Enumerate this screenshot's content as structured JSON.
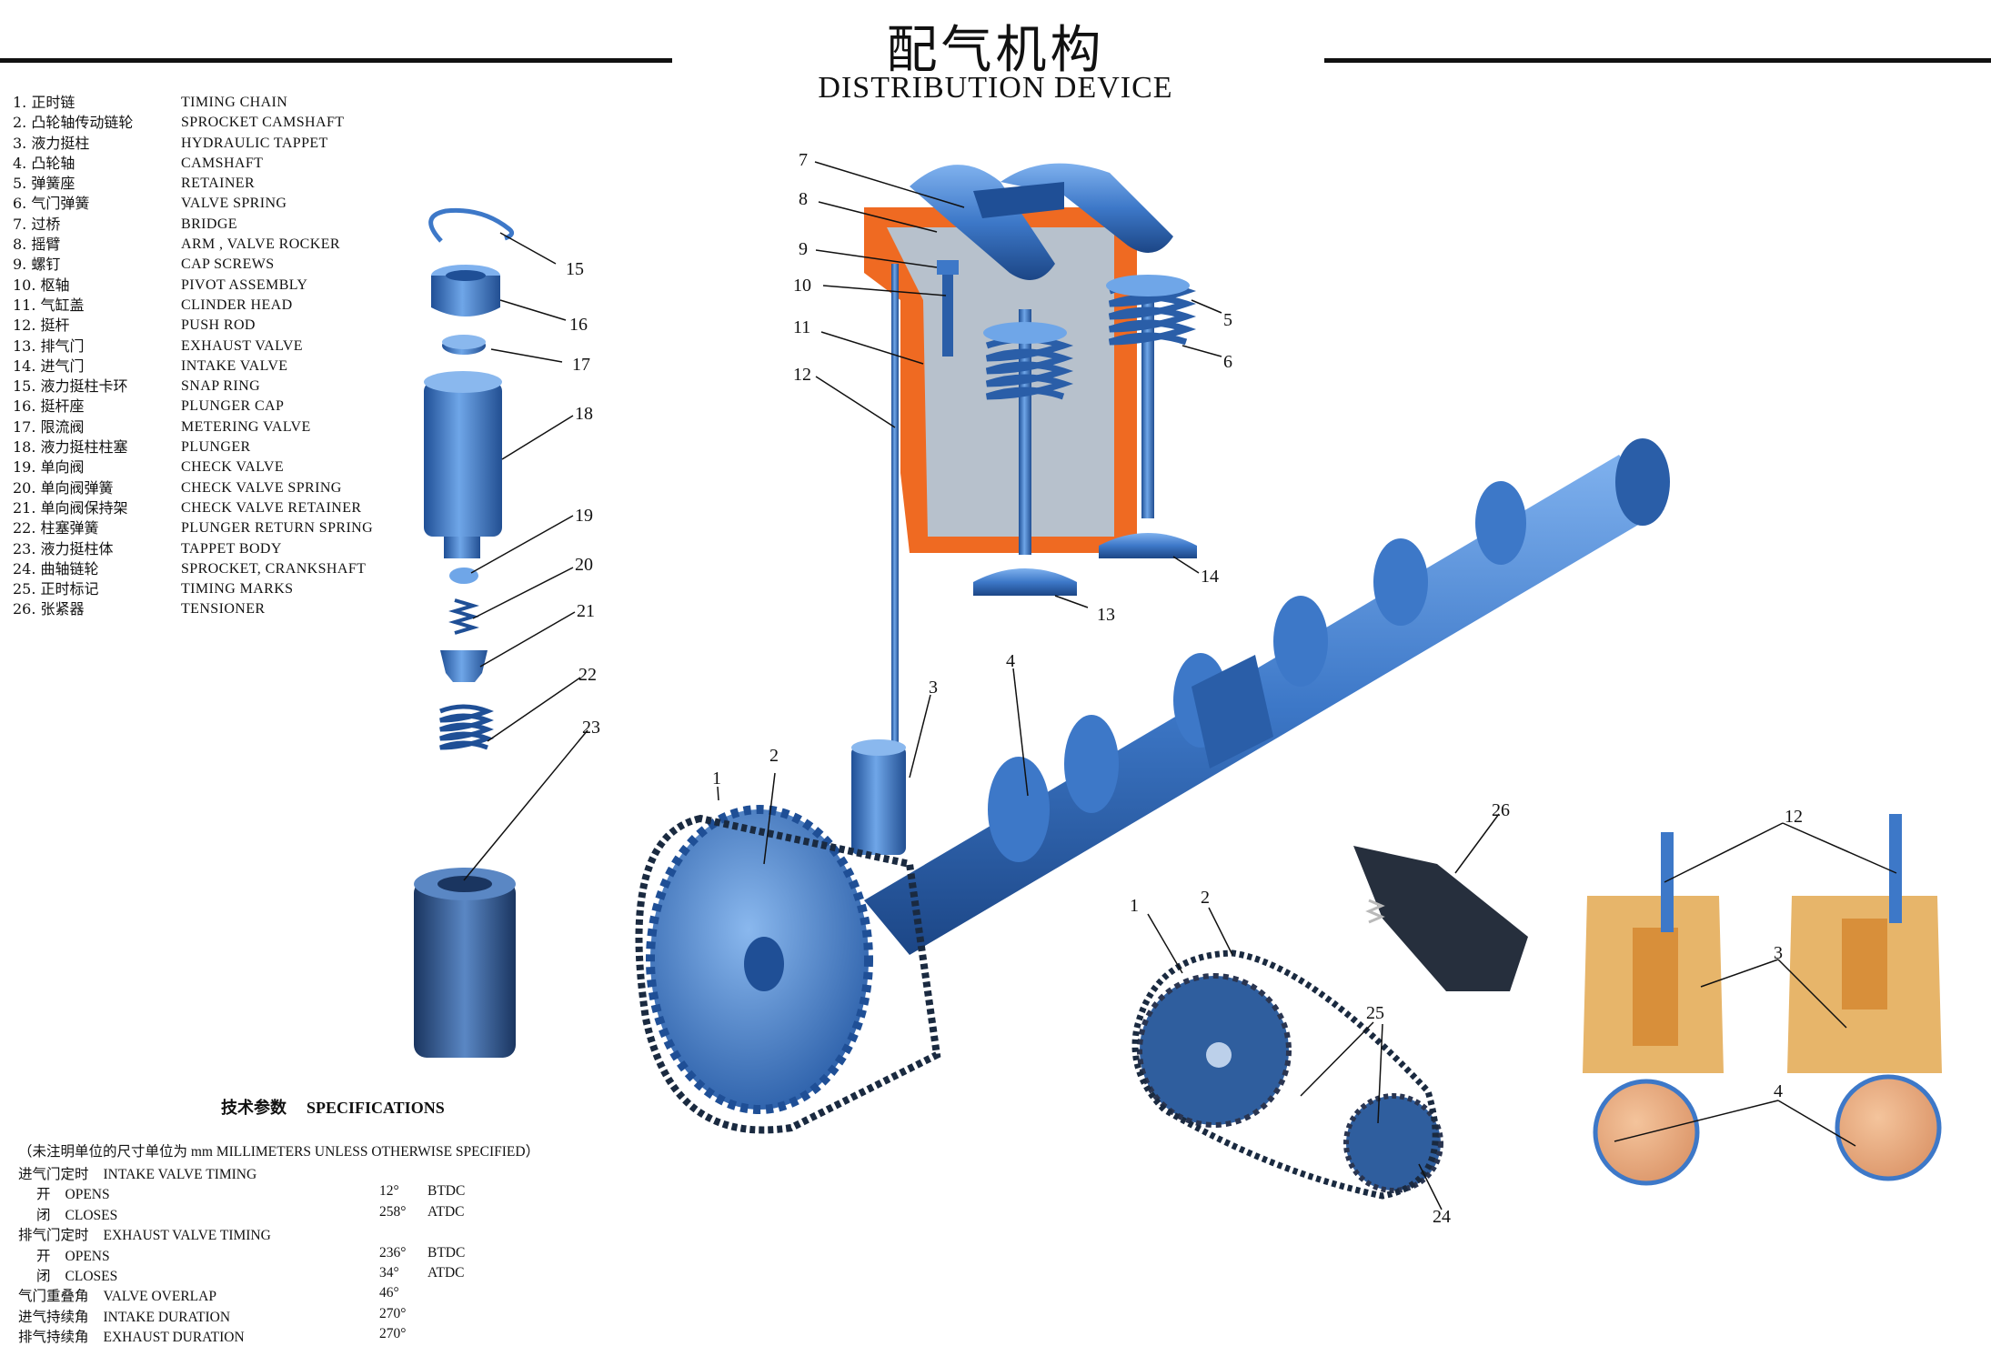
{
  "title": {
    "cn": "配气机构",
    "en": "DISTRIBUTION DEVICE"
  },
  "legend": [
    {
      "cn": "1. 正时链",
      "en": "TIMING CHAIN"
    },
    {
      "cn": "2. 凸轮轴传动链轮",
      "en": "SPROCKET CAMSHAFT"
    },
    {
      "cn": "3. 液力挺柱",
      "en": "HYDRAULIC TAPPET"
    },
    {
      "cn": "4. 凸轮轴",
      "en": "CAMSHAFT"
    },
    {
      "cn": "5. 弹簧座",
      "en": "RETAINER"
    },
    {
      "cn": "6. 气门弹簧",
      "en": "VALVE SPRING"
    },
    {
      "cn": "7. 过桥",
      "en": "BRIDGE"
    },
    {
      "cn": "8. 摇臂",
      "en": "ARM , VALVE ROCKER"
    },
    {
      "cn": "9. 螺钉",
      "en": "CAP SCREWS"
    },
    {
      "cn": "10. 枢轴",
      "en": "PIVOT ASSEMBLY"
    },
    {
      "cn": "11. 气缸盖",
      "en": "CLINDER HEAD"
    },
    {
      "cn": "12. 挺杆",
      "en": "PUSH ROD"
    },
    {
      "cn": "13. 排气门",
      "en": "EXHAUST VALVE"
    },
    {
      "cn": "14. 进气门",
      "en": "INTAKE VALVE"
    },
    {
      "cn": "15. 液力挺柱卡环",
      "en": "SNAP RING"
    },
    {
      "cn": "16. 挺杆座",
      "en": "PLUNGER CAP"
    },
    {
      "cn": "17. 限流阀",
      "en": "METERING VALVE"
    },
    {
      "cn": "18. 液力挺柱柱塞",
      "en": "PLUNGER"
    },
    {
      "cn": "19. 单向阀",
      "en": "CHECK VALVE"
    },
    {
      "cn": "20. 单向阀弹簧",
      "en": "CHECK VALVE SPRING"
    },
    {
      "cn": "21. 单向阀保持架",
      "en": "CHECK VALVE RETAINER"
    },
    {
      "cn": "22. 柱塞弹簧",
      "en": "PLUNGER RETURN SPRING"
    },
    {
      "cn": "23. 液力挺柱体",
      "en": "TAPPET BODY"
    },
    {
      "cn": "24. 曲轴链轮",
      "en": "SPROCKET, CRANKSHAFT"
    },
    {
      "cn": "25. 正时标记",
      "en": "TIMING MARKS"
    },
    {
      "cn": "26. 张紧器",
      "en": "TENSIONER"
    }
  ],
  "specifications": {
    "title_cn": "技术参数",
    "title_en": "SPECIFICATIONS",
    "note": "（未注明单位的尺寸单位为 mm    MILLIMETERS UNLESS OTHERWISE SPECIFIED）",
    "rows": [
      {
        "cn": "进气门定时",
        "en": "INTAKE VALVE TIMING",
        "value": "",
        "unit": ""
      },
      {
        "cn": "开",
        "en": "OPENS",
        "value": "12°",
        "unit": "BTDC"
      },
      {
        "cn": "闭",
        "en": "CLOSES",
        "value": "258°",
        "unit": "ATDC"
      },
      {
        "cn": "排气门定时",
        "en": "EXHAUST VALVE TIMING",
        "value": "",
        "unit": ""
      },
      {
        "cn": "开",
        "en": "OPENS",
        "value": "236°",
        "unit": "BTDC"
      },
      {
        "cn": "闭",
        "en": "CLOSES",
        "value": "34°",
        "unit": "ATDC"
      },
      {
        "cn": "气门重叠角",
        "en": "VALVE OVERLAP",
        "value": "46°",
        "unit": ""
      },
      {
        "cn": "进气持续角",
        "en": "INTAKE DURATION",
        "value": "270°",
        "unit": ""
      },
      {
        "cn": "排气持续角",
        "en": "EXHAUST DURATION",
        "value": "270°",
        "unit": ""
      }
    ]
  },
  "callouts": {
    "n1": "1",
    "n2": "2",
    "n3": "3",
    "n4": "4",
    "n5": "5",
    "n6": "6",
    "n7": "7",
    "n8": "8",
    "n9": "9",
    "n10": "10",
    "n11": "11",
    "n12": "12",
    "n13": "13",
    "n14": "14",
    "n15": "15",
    "n16": "16",
    "n17": "17",
    "n18": "18",
    "n19": "19",
    "n20": "20",
    "n21": "21",
    "n22": "22",
    "n23": "23",
    "n24": "24",
    "n25": "25",
    "n26": "26"
  },
  "colors": {
    "part_blue": "#3d78c8",
    "part_blue_dark": "#1f4f96",
    "head_orange": "#ef6a22",
    "tappet_tan": "#e7b56a",
    "cam_peach": "#e9a27a"
  }
}
